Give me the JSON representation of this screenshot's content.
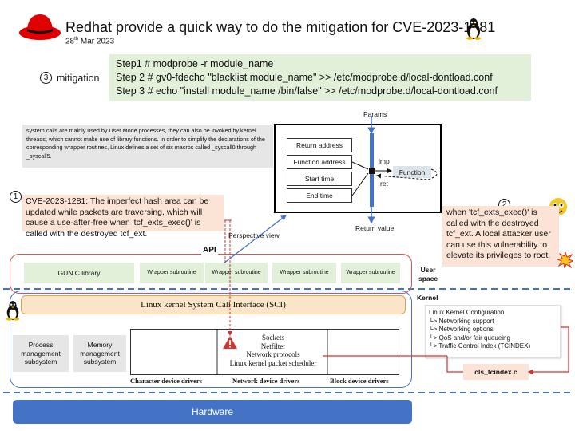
{
  "header": {
    "title": "Redhat provide a quick way to do the mitigation for CVE-2023-1281",
    "date_day": "28",
    "date_suffix": "th",
    "date_rest": " Mar 2023"
  },
  "mitigation": {
    "number": "3",
    "label": "mitigation",
    "steps": [
      "Step1 # modprobe -r module_name",
      "Step 2 # gv0-fdecho \"blacklist module_name\" >> /etc/modprobe.d/local-dontload.conf",
      "Step 3 # echo \"install module_name /bin/false\" >> /etc/modprobe.d/local-dontload.conf"
    ]
  },
  "syscall_note": "system calls are mainly used by User Mode processes, they can also be invoked by kernel threads, which cannot make use of library functions. In order to simplify the declarations of the corresponding wrapper routines, Linux defines a set of six macros called _syscall0 through _syscall5.",
  "stack": {
    "params": "Params",
    "frames": [
      "Return address",
      "Function address",
      "Start time",
      "End time"
    ],
    "jmp": "jmp",
    "ret": "ret",
    "function": "Function",
    "return_value": "Return value",
    "perspective": "Perspective view"
  },
  "cve_note": {
    "number": "1",
    "text": "CVE-2023-1281: The imperfect hash area can be updated while packets are traversing, which will cause a use-after-free when 'tcf_exts_exec()' is called with the destroyed tcf_ext."
  },
  "priv_note": {
    "number": "2",
    "text": "when 'tcf_exts_exec()' is called with the destroyed tcf_ext. A local attacker user can use this vulnerability to elevate its privileges to root."
  },
  "user_space": {
    "api_label": "API",
    "glibc": "GUN C library",
    "wrapper": "Wrapper subroutine",
    "label_line1": "User",
    "label_line2": "space"
  },
  "kernel": {
    "label": "Kernel",
    "sci": "Linux kernel System Call Interface (SCI)",
    "process_mgmt": "Process management subsystem",
    "memory_mgmt": "Memory management subsystem",
    "net_stack": [
      "Sockets",
      "Netfilter",
      "Network protocols",
      "Linux kernel packet scheduler"
    ],
    "char_drivers": "Character device drivers",
    "net_drivers": "Network device drivers",
    "block_drivers": "Block device drivers"
  },
  "hardware": "Hardware",
  "kernel_config": {
    "title": "Linux Kernel Configuration",
    "items": [
      "└> Networking support",
      "└> Networking options",
      "└> QoS and/or fair queueing",
      "└> Traffic-Control Index (TCINDEX)"
    ],
    "file": "cls_tcindex.c"
  },
  "colors": {
    "hat_red": "#e00000",
    "steps_bg": "#e2efd9",
    "note_bg": "#fbe4d5",
    "kernel_blue": "#4472c4",
    "alert_red": "#d9302c"
  }
}
